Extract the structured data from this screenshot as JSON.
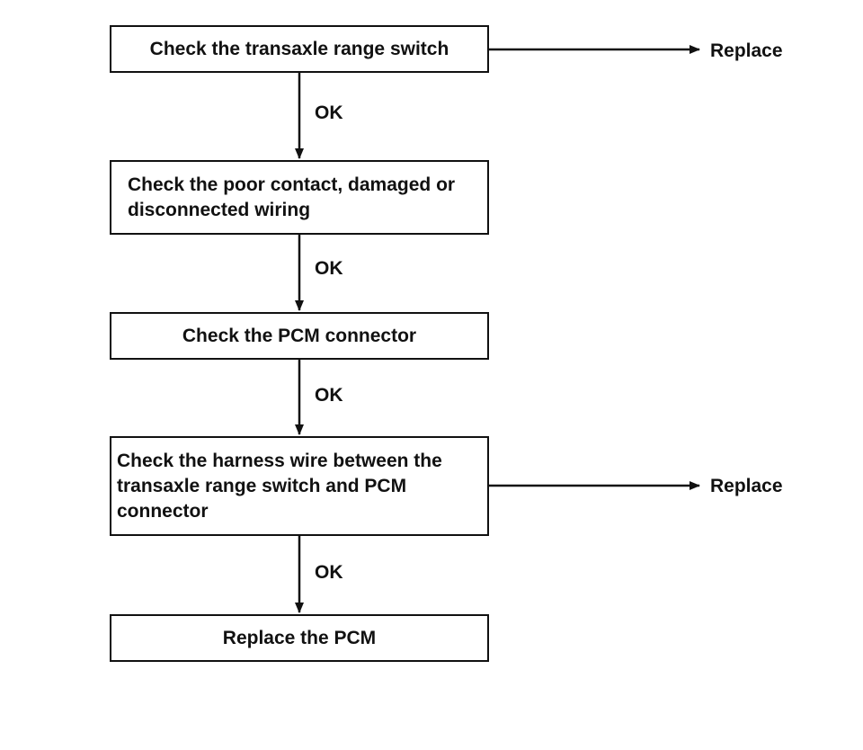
{
  "flowchart": {
    "steps": [
      {
        "label": "Check the transaxle range switch"
      },
      {
        "label": "Check the poor contact, damaged or disconnected wiring"
      },
      {
        "label": "Check the PCM connector"
      },
      {
        "label": "Check the harness wire between the transaxle range switch and PCM connector"
      },
      {
        "label": "Replace the PCM"
      }
    ],
    "ok_labels": [
      "OK",
      "OK",
      "OK",
      "OK"
    ],
    "replace_labels": [
      "Replace",
      "Replace"
    ]
  },
  "colors": {
    "stroke": "#111111",
    "background": "#ffffff"
  }
}
